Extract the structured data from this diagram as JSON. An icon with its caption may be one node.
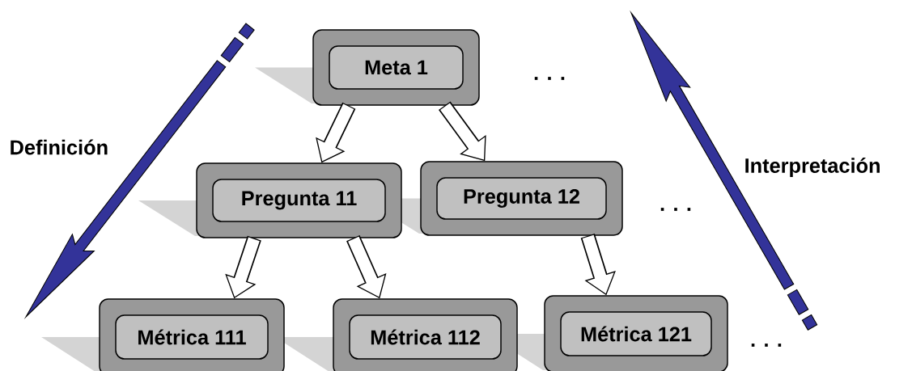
{
  "diagram": {
    "nodes": [
      {
        "text": [
          "Meta 1"
        ]
      },
      {
        "text": [
          "Pregunta 11"
        ]
      },
      {
        "text": [
          "Pregunta 12"
        ]
      },
      {
        "text": [
          "Métrica 111"
        ]
      },
      {
        "text": [
          "Métrica 112"
        ]
      },
      {
        "text": [
          "Métrica 121"
        ]
      }
    ],
    "edges": [
      {
        "from": 0,
        "to": 1,
        "arrow": "to"
      },
      {
        "from": 0,
        "to": 2,
        "arrow": "to"
      },
      {
        "from": 1,
        "to": 3,
        "arrow": "to"
      },
      {
        "from": 1,
        "to": 4,
        "arrow": "to"
      },
      {
        "from": 2,
        "to": 5,
        "arrow": "to"
      }
    ],
    "labels": [
      ". . .",
      "Definición",
      "Interpretación",
      ". . .",
      ". . ."
    ]
  }
}
